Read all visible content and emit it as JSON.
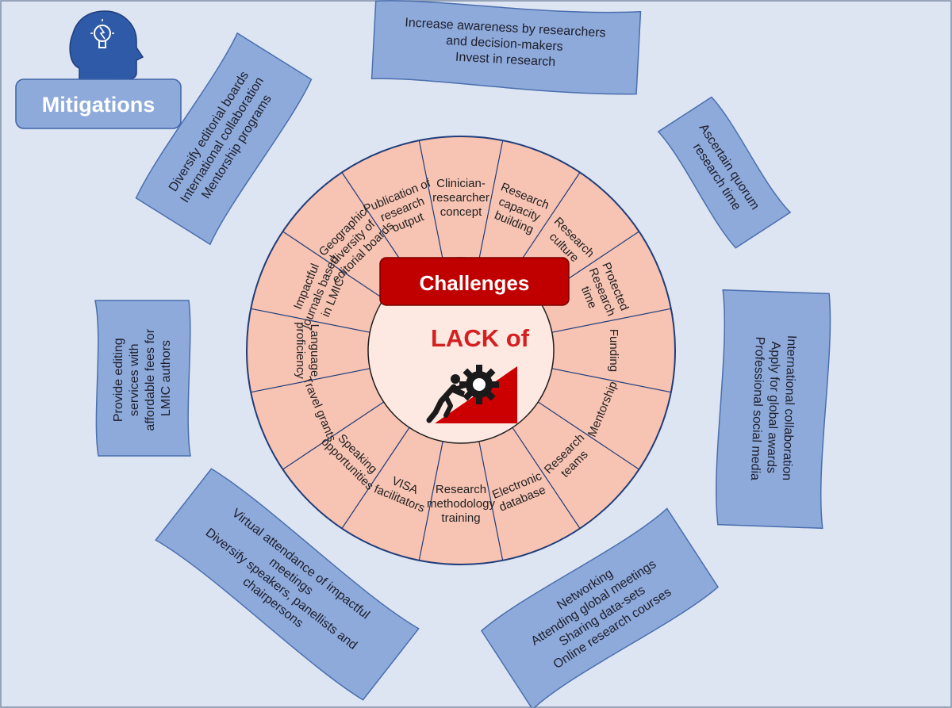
{
  "header": {
    "title": "Mitigations",
    "icon": "head-lightbulb-icon"
  },
  "center": {
    "challenges_label": "Challenges",
    "lack_label": "LACK of",
    "icon": "person-pushing-gear-icon"
  },
  "segments": [
    {
      "lines": [
        "Clinician-",
        "researcher",
        "concept"
      ]
    },
    {
      "lines": [
        "Research",
        "capacity",
        "building"
      ]
    },
    {
      "lines": [
        "Research",
        "culture"
      ]
    },
    {
      "lines": [
        "Protected",
        "Research",
        "time"
      ]
    },
    {
      "lines": [
        "Funding"
      ]
    },
    {
      "lines": [
        "Mentorship"
      ]
    },
    {
      "lines": [
        "Research",
        "teams"
      ]
    },
    {
      "lines": [
        "Electronic",
        "database"
      ]
    },
    {
      "lines": [
        "Research",
        "methodology",
        "training"
      ]
    },
    {
      "lines": [
        "VISA",
        "facilitators"
      ]
    },
    {
      "lines": [
        "Speaking",
        "opportunities"
      ]
    },
    {
      "lines": [
        "Travel grants"
      ]
    },
    {
      "lines": [
        "Language",
        "proficiency"
      ]
    },
    {
      "lines": [
        "Impactful",
        "journals based",
        "in LMIC"
      ]
    },
    {
      "lines": [
        "Geographic",
        "diversity of",
        "editorial boards"
      ]
    },
    {
      "lines": [
        "Publication of",
        "research",
        "output"
      ]
    }
  ],
  "mitigations": [
    {
      "lines": [
        "Increase awareness by researchers",
        "and decision-makers",
        "Invest in research"
      ]
    },
    {
      "lines": [
        "Ascertain quorum",
        "research time"
      ]
    },
    {
      "lines": [
        "International collaboration",
        "Apply for global awards",
        "Professional social media"
      ]
    },
    {
      "lines": [
        "Networking",
        "Attending global meetings",
        "Sharing data-sets",
        "Online research courses"
      ]
    },
    {
      "lines": [
        "Virtual attendance of impactful",
        "meetings",
        "Diversify speakers, panellists and",
        "chairpersons"
      ]
    },
    {
      "lines": [
        "Provide editing",
        "services with",
        "affordable fees for",
        "LMIC authors"
      ]
    },
    {
      "lines": [
        "Diversify editorial boards",
        "International collaboration",
        "Mentorship programs"
      ]
    }
  ],
  "colors": {
    "background": "#dde4f2",
    "ring_fill": "#f7c3b3",
    "hub_fill": "#fde9e2",
    "challenges_fill": "#c00000",
    "lack_text": "#d42020",
    "callout_fill": "#8eaadb",
    "callout_stroke": "#4a6fae",
    "mitigations_fill": "#8eaadb",
    "icon_fill": "#2f5aa8"
  }
}
